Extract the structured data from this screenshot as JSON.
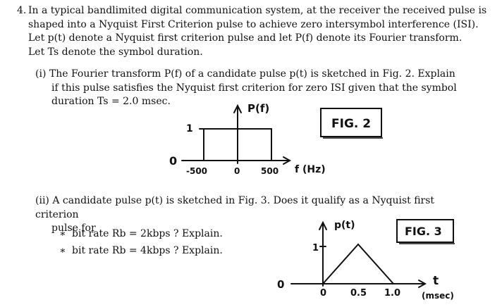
{
  "question": {
    "number": "4.",
    "lines": [
      "In a typical bandlimited digital communication system, at the receiver the received pulse is",
      "shaped into a Nyquist First Criterion pulse to achieve zero intersymbol interference (ISI).",
      "Let p(t) denote a Nyquist first criterion pulse and let P(f) denote its Fourier transform.",
      "Let Ts denote the symbol duration."
    ]
  },
  "part_i": {
    "label": "(i)",
    "lines": [
      "The Fourier transform P(f) of a candidate pulse p(t) is sketched in Fig. 2. Explain",
      "if this pulse satisfies the Nyquist first criterion for zero ISI given that the symbol",
      "duration Ts = 2.0 msec."
    ]
  },
  "part_ii": {
    "label": "(ii)",
    "lines": [
      "A candidate pulse p(t) is sketched in Fig. 3. Does it qualify as a Nyquist first criterion",
      "pulse for"
    ],
    "bullets": [
      "bit rate Rb = 2kbps ? Explain.",
      "bit rate Rb = 4kbps ? Explain."
    ]
  },
  "fig2": {
    "title": "FIG. 2",
    "y_label": "P(f)",
    "x_label": "f (Hz)",
    "origin_label": "0",
    "amp_label": "1",
    "ticks": [
      "-500",
      "0",
      "500"
    ],
    "rect": {
      "f_low": -500,
      "f_high": 500,
      "amplitude": 1
    }
  },
  "fig3": {
    "title": "FIG. 3",
    "y_label": "p(t)",
    "x_label": "t",
    "x_unit": "(msec)",
    "origin_label": "0",
    "amp_label": "1",
    "ticks": [
      "0",
      "0.5",
      "1.0"
    ],
    "triangle": {
      "t_start": 0,
      "t_peak": 0.5,
      "t_end": 1.0,
      "amplitude": 1
    }
  }
}
